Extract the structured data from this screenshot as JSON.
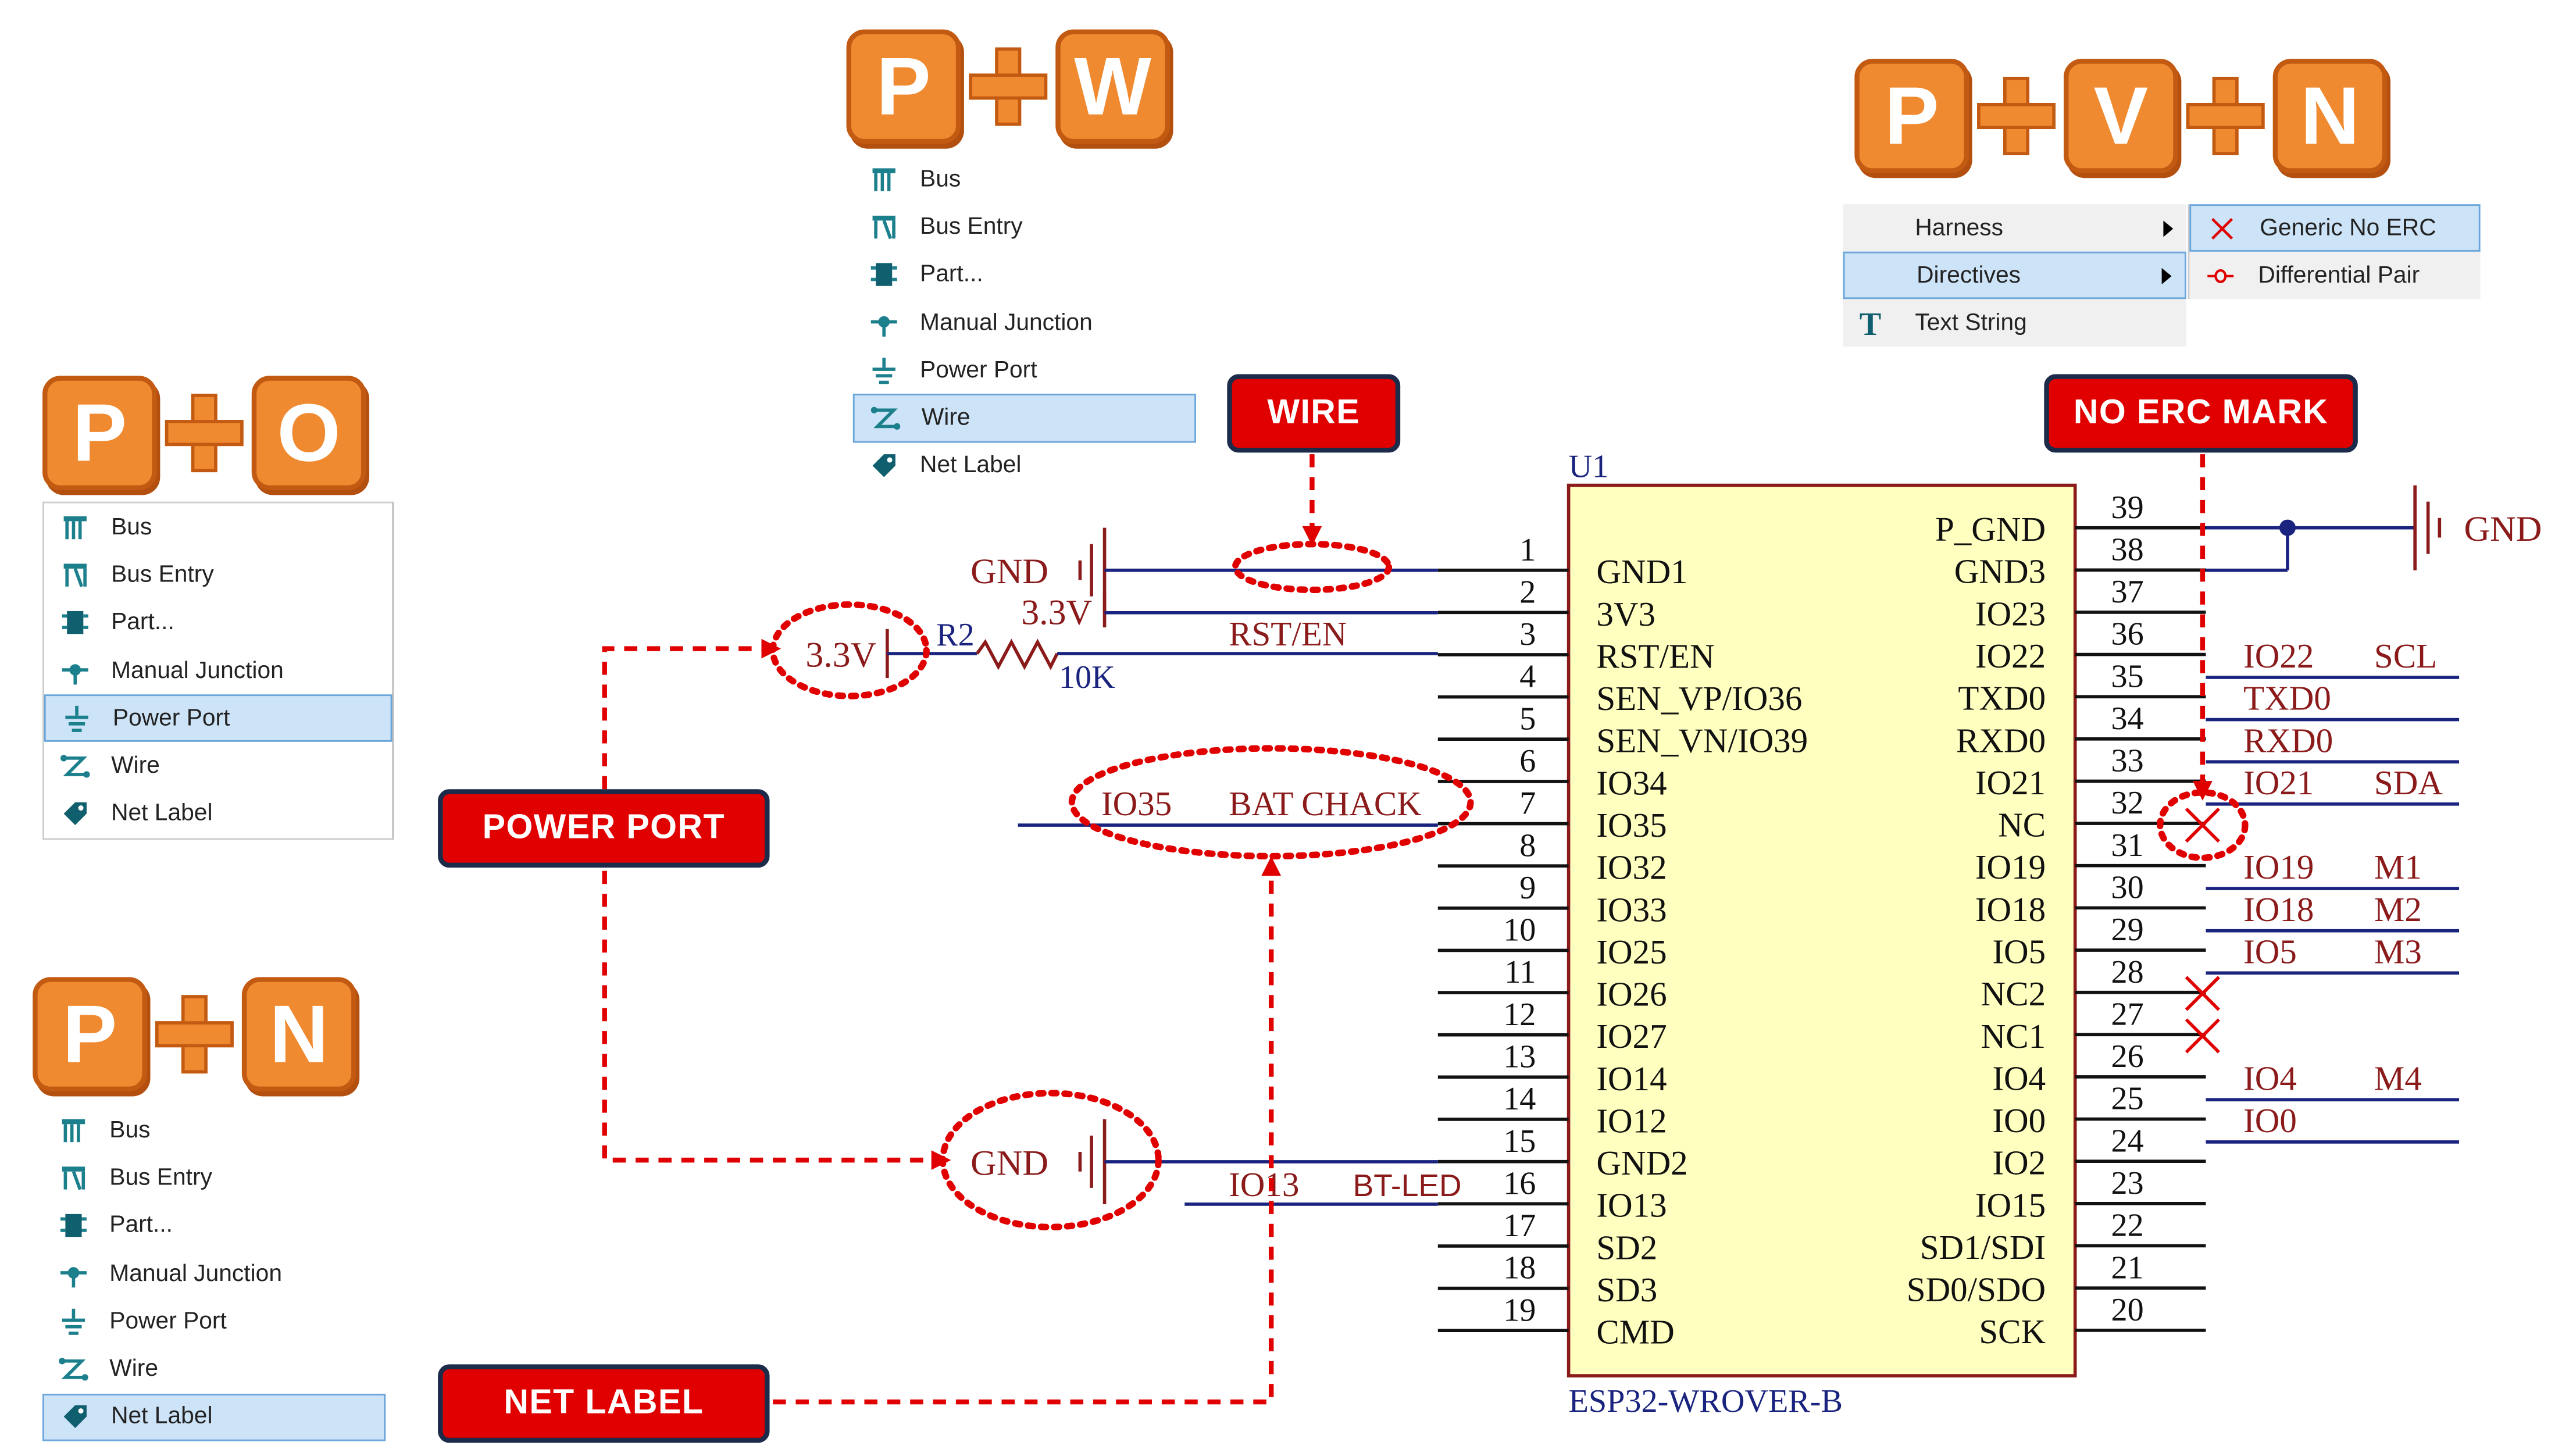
{
  "shortcuts": {
    "pw": [
      "P",
      "W"
    ],
    "po": [
      "P",
      "O"
    ],
    "pn": [
      "P",
      "N"
    ],
    "pvn": [
      "P",
      "V",
      "N"
    ]
  },
  "menu_pw": {
    "items": [
      {
        "label": "Bus",
        "icon": "bus-icon"
      },
      {
        "label": "Bus Entry",
        "icon": "bus-entry-icon"
      },
      {
        "label": "Part...",
        "icon": "part-icon"
      },
      {
        "label": "Manual Junction",
        "icon": "junction-icon"
      },
      {
        "label": "Power Port",
        "icon": "power-port-icon"
      },
      {
        "label": "Wire",
        "icon": "wire-icon",
        "selected": true
      },
      {
        "label": "Net Label",
        "icon": "net-label-icon"
      }
    ]
  },
  "menu_po": {
    "items": [
      {
        "label": "Bus",
        "icon": "bus-icon"
      },
      {
        "label": "Bus Entry",
        "icon": "bus-entry-icon"
      },
      {
        "label": "Part...",
        "icon": "part-icon"
      },
      {
        "label": "Manual Junction",
        "icon": "junction-icon"
      },
      {
        "label": "Power Port",
        "icon": "power-port-icon",
        "selected": true
      },
      {
        "label": "Wire",
        "icon": "wire-icon"
      },
      {
        "label": "Net Label",
        "icon": "net-label-icon"
      }
    ]
  },
  "menu_pn": {
    "items": [
      {
        "label": "Bus",
        "icon": "bus-icon"
      },
      {
        "label": "Bus Entry",
        "icon": "bus-entry-icon"
      },
      {
        "label": "Part...",
        "icon": "part-icon"
      },
      {
        "label": "Manual Junction",
        "icon": "junction-icon"
      },
      {
        "label": "Power Port",
        "icon": "power-port-icon"
      },
      {
        "label": "Wire",
        "icon": "wire-icon"
      },
      {
        "label": "Net Label",
        "icon": "net-label-icon",
        "selected": true
      }
    ]
  },
  "menu_pvn": {
    "items": [
      {
        "label": "Harness",
        "icon": ""
      },
      {
        "label": "Directives",
        "icon": "",
        "selected": true
      },
      {
        "label": "Text String",
        "icon": "text-string-icon"
      }
    ],
    "submenu": [
      {
        "label": "Generic No ERC",
        "icon": "no-erc-icon",
        "selected": true
      },
      {
        "label": "Differential Pair",
        "icon": "diff-pair-icon"
      }
    ]
  },
  "callouts": {
    "wire": "WIRE",
    "no_erc": "NO ERC MARK",
    "power_port": "POWER PORT",
    "net_label": "NET LABEL"
  },
  "schematic": {
    "designator": "U1",
    "part_name": "ESP32-WROVER-B",
    "left_pins": [
      {
        "num": "1",
        "name": "GND1"
      },
      {
        "num": "2",
        "name": "3V3"
      },
      {
        "num": "3",
        "name": "RST/EN"
      },
      {
        "num": "4",
        "name": "SEN_VP/IO36"
      },
      {
        "num": "5",
        "name": "SEN_VN/IO39"
      },
      {
        "num": "6",
        "name": "IO34"
      },
      {
        "num": "7",
        "name": "IO35"
      },
      {
        "num": "8",
        "name": "IO32"
      },
      {
        "num": "9",
        "name": "IO33"
      },
      {
        "num": "10",
        "name": "IO25"
      },
      {
        "num": "11",
        "name": "IO26"
      },
      {
        "num": "12",
        "name": "IO27"
      },
      {
        "num": "13",
        "name": "IO14"
      },
      {
        "num": "14",
        "name": "IO12"
      },
      {
        "num": "15",
        "name": "GND2"
      },
      {
        "num": "16",
        "name": "IO13"
      },
      {
        "num": "17",
        "name": "SD2"
      },
      {
        "num": "18",
        "name": "SD3"
      },
      {
        "num": "19",
        "name": "CMD"
      }
    ],
    "right_pins": [
      {
        "num": "39",
        "name": "P_GND"
      },
      {
        "num": "38",
        "name": "GND3"
      },
      {
        "num": "37",
        "name": "IO23"
      },
      {
        "num": "36",
        "name": "IO22"
      },
      {
        "num": "35",
        "name": "TXD0"
      },
      {
        "num": "34",
        "name": "RXD0"
      },
      {
        "num": "33",
        "name": "IO21"
      },
      {
        "num": "32",
        "name": "NC"
      },
      {
        "num": "31",
        "name": "IO19"
      },
      {
        "num": "30",
        "name": "IO18"
      },
      {
        "num": "29",
        "name": "IO5"
      },
      {
        "num": "28",
        "name": "NC2"
      },
      {
        "num": "27",
        "name": "NC1"
      },
      {
        "num": "26",
        "name": "IO4"
      },
      {
        "num": "25",
        "name": "IO0"
      },
      {
        "num": "24",
        "name": "IO2"
      },
      {
        "num": "23",
        "name": "IO15"
      },
      {
        "num": "22",
        "name": "SD1/SDI"
      },
      {
        "num": "21",
        "name": "SD0/SDO"
      },
      {
        "num": "20",
        "name": "SCK"
      }
    ],
    "net_labels": {
      "rst": "RST/EN",
      "io35": "IO35",
      "bat": "BAT CHACK",
      "io13": "IO13",
      "btled": "BT-LED",
      "io22": "IO22",
      "scl": "SCL",
      "txd0": "TXD0",
      "rxd0": "RXD0",
      "io21": "IO21",
      "sda": "SDA",
      "io19": "IO19",
      "m1": "M1",
      "io18": "IO18",
      "m2": "M2",
      "io5": "IO5",
      "m3": "M3",
      "io4": "IO4",
      "m4": "M4",
      "io0": "IO0"
    },
    "power": {
      "gnd_top": "GND",
      "v33_top": "3.3V",
      "v33_left": "3.3V",
      "gnd_bottom": "GND",
      "gnd_right": "GND"
    },
    "resistor": {
      "ref": "R2",
      "value": "10K"
    }
  },
  "colors": {
    "wire": "#1a237e",
    "netlabel": "#8b1a1a",
    "callout": "#e00000",
    "accent": "#f08a30"
  }
}
